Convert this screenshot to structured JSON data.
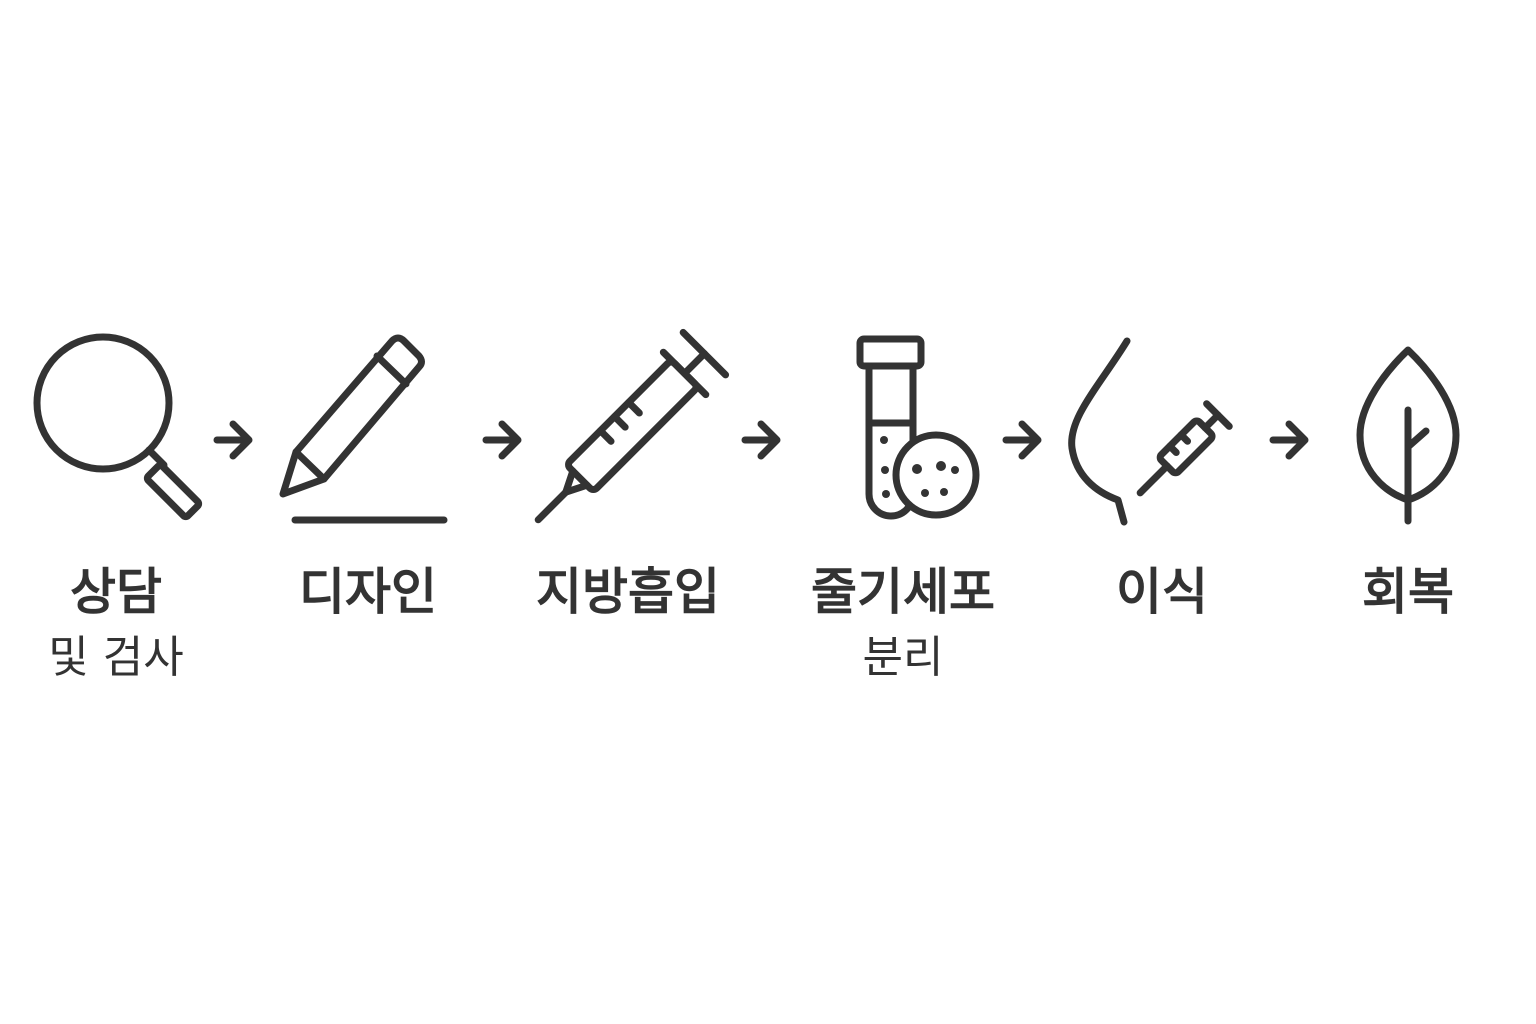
{
  "steps": [
    {
      "title": "상담",
      "subtitle": "및 검사",
      "icon": "magnifier-icon"
    },
    {
      "title": "디자인",
      "subtitle": "",
      "icon": "pencil-icon"
    },
    {
      "title": "지방흡입",
      "subtitle": "",
      "icon": "syringe-icon"
    },
    {
      "title": "줄기세포",
      "subtitle": "분리",
      "icon": "test-tube-cells-icon"
    },
    {
      "title": "이식",
      "subtitle": "",
      "icon": "breast-injection-icon"
    },
    {
      "title": "회복",
      "subtitle": "",
      "icon": "leaf-icon"
    }
  ],
  "arrow_icon": "arrow-right-icon",
  "colors": {
    "ink": "#333333",
    "background": "#ffffff"
  }
}
